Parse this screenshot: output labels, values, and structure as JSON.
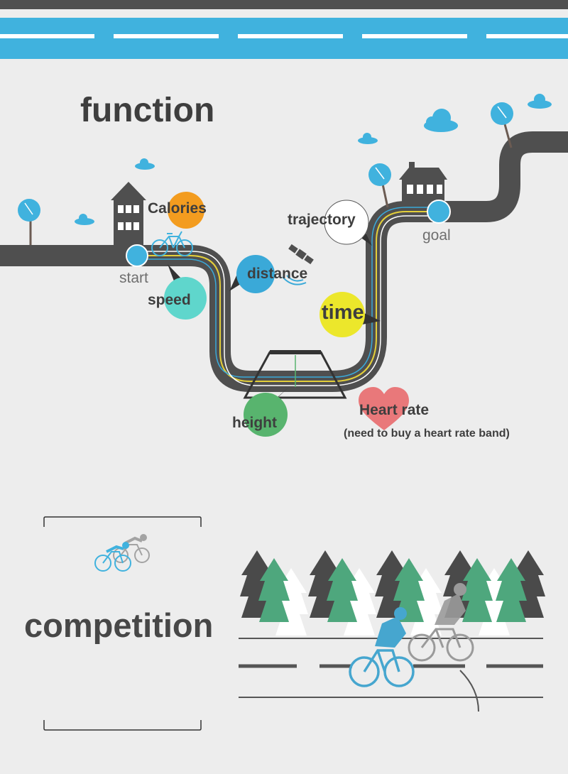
{
  "colors": {
    "road_dark": "#4f4f4f",
    "road_blue": "#40b2de",
    "lane_yellow": "#e3cf3a",
    "calories": "#f39c1f",
    "distance": "#3aa9d8",
    "speed": "#5fd6cc",
    "time": "#ece72b",
    "height": "#58b46e",
    "heart": "#e9787a",
    "trajectory": "#ffffff",
    "tree_dark": "#4a4a4a",
    "tree_green": "#4ea77d",
    "rider_blue": "#46a6cf",
    "rider_grey": "#9a9a9a"
  },
  "function": {
    "title": "function",
    "start_label": "start",
    "goal_label": "goal",
    "features": {
      "calories": "Calories",
      "speed": "speed",
      "distance": "distance",
      "trajectory": "trajectory",
      "time": "time",
      "height": "height",
      "heart_rate": "Heart rate",
      "heart_rate_note": "(need to buy a heart rate band)"
    },
    "icons": [
      "house-icon",
      "tree-icon",
      "cloud-icon",
      "bicycle-icon",
      "satellite-icon",
      "heart-icon"
    ]
  },
  "competition": {
    "title": "competition",
    "icons": [
      "racing-cyclists-icon",
      "pine-tree-icon",
      "cyclist-blue-icon",
      "cyclist-grey-icon"
    ]
  }
}
